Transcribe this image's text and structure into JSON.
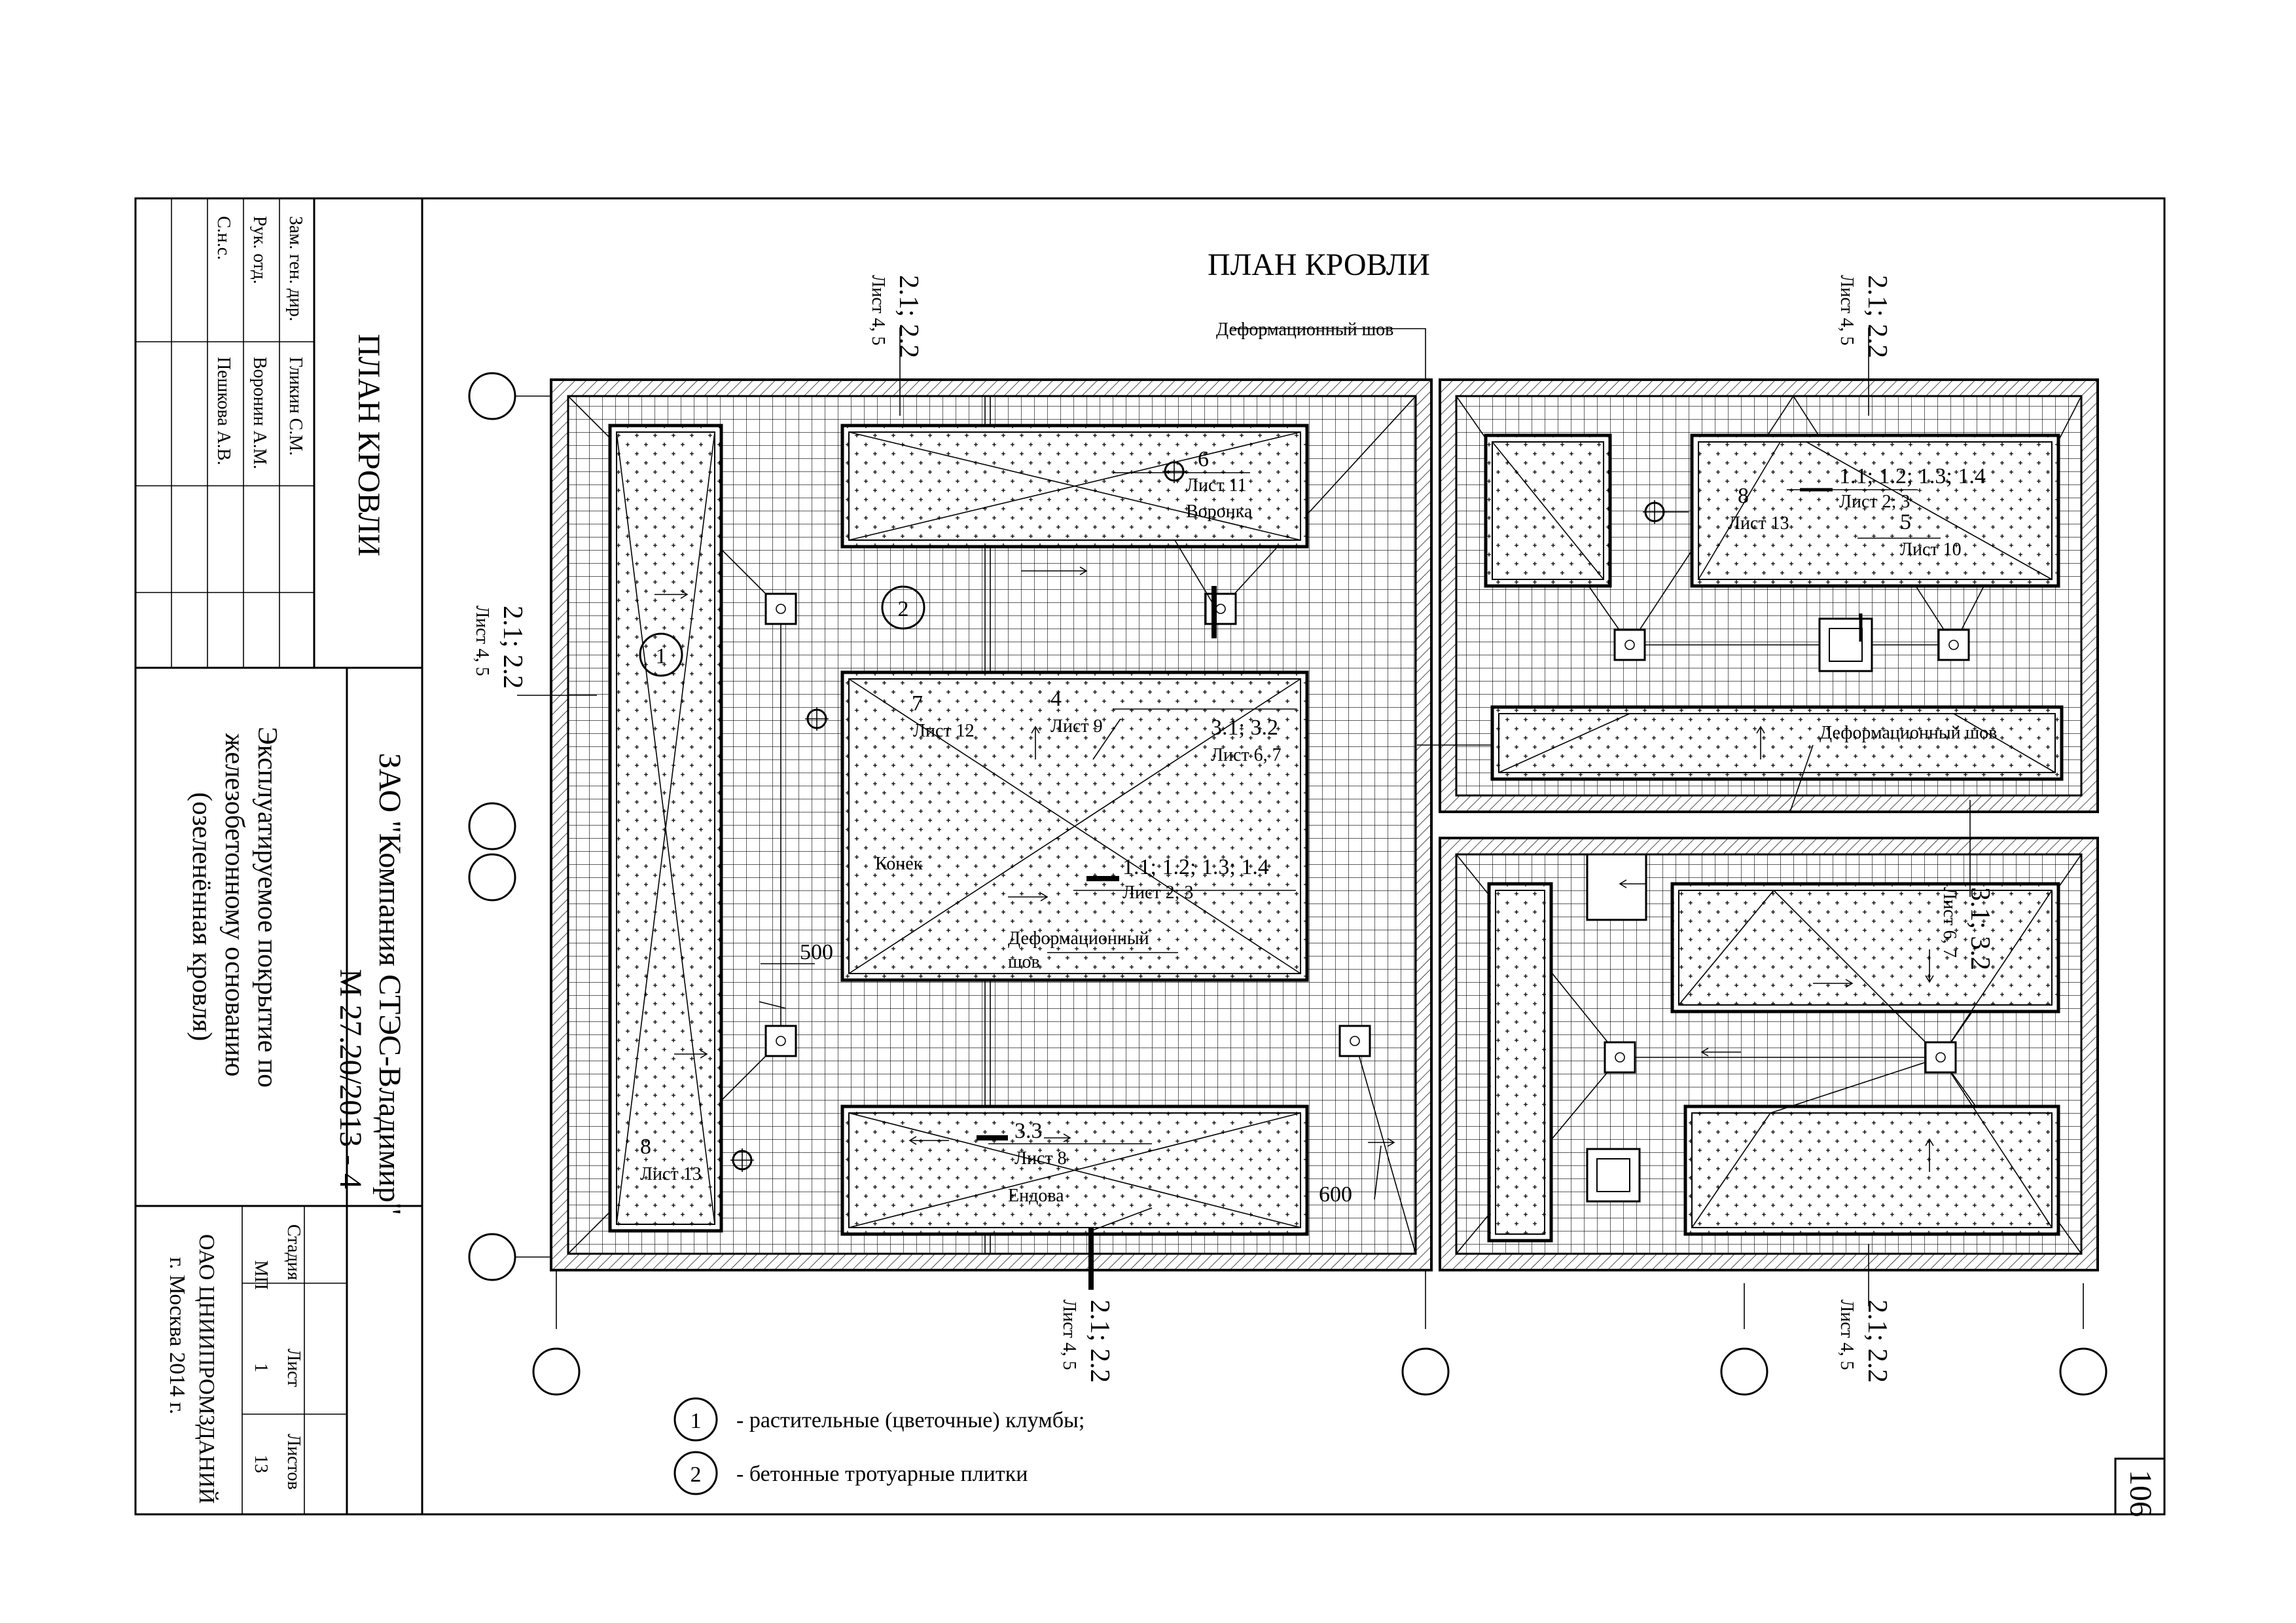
{
  "sheet_title": "ПЛАН КРОВЛИ",
  "page_number": "106",
  "title_block": {
    "positions": [
      "Зам. ген. дир.",
      "Рук. отд.",
      "С.н.с."
    ],
    "names": [
      "Гликин С.М.",
      "Воронин А.М.",
      "Пешкова А.В."
    ],
    "drawing_title": "ПЛАН КРОВЛИ",
    "company": "ЗАО \"Компания СТЭС-Владимир\"",
    "code": "М 27.20/2013 - 4",
    "description_lines": [
      "Эксплуатируемое покрытие по",
      "железобетонному основанию",
      "(озеленённая кровля)"
    ],
    "stage_header": "Стадия",
    "sheet_header": "Лист",
    "sheets_header": "Листов",
    "stage_value": "МП",
    "sheet_value": "1",
    "sheets_value": "13",
    "org_name": "ОАО ЦНИИПРОМЗДАНИЙ",
    "org_city": "г. Москва 2014 г."
  },
  "labels": {
    "section_21_22": "2.1; 2.2",
    "sheet_45": "Лист 4, 5",
    "expansion_joint": "Деформационный шов",
    "expansion_joint_l1": "Деформационный",
    "expansion_joint_l2": "шов",
    "ridge": "Конек",
    "valley": "Ендова",
    "funnel": "Воронка",
    "n6": "6",
    "sheet11": "Лист 11",
    "n7": "7",
    "sheet12": "Лист 12",
    "n4": "4",
    "sheet9": "Лист 9",
    "s3132": "3.1; 3.2",
    "sheet67": "Лист 6, 7",
    "s11_14": "1.1; 1.2; 1.3; 1.4",
    "sheet23": "Лист 2; 3",
    "n33": "3.3",
    "sheet8": "Лист 8",
    "n8": "8",
    "sheet13": "Лист 13",
    "n5": "5",
    "sheet10": "Лист 10",
    "dim500": "500",
    "dim600": "600",
    "mark1": "1",
    "mark2": "2"
  },
  "legend": [
    {
      "mark": "1",
      "text": "- растительные (цветочные) клумбы;"
    },
    {
      "mark": "2",
      "text": "- бетонные тротуарные плитки"
    }
  ]
}
